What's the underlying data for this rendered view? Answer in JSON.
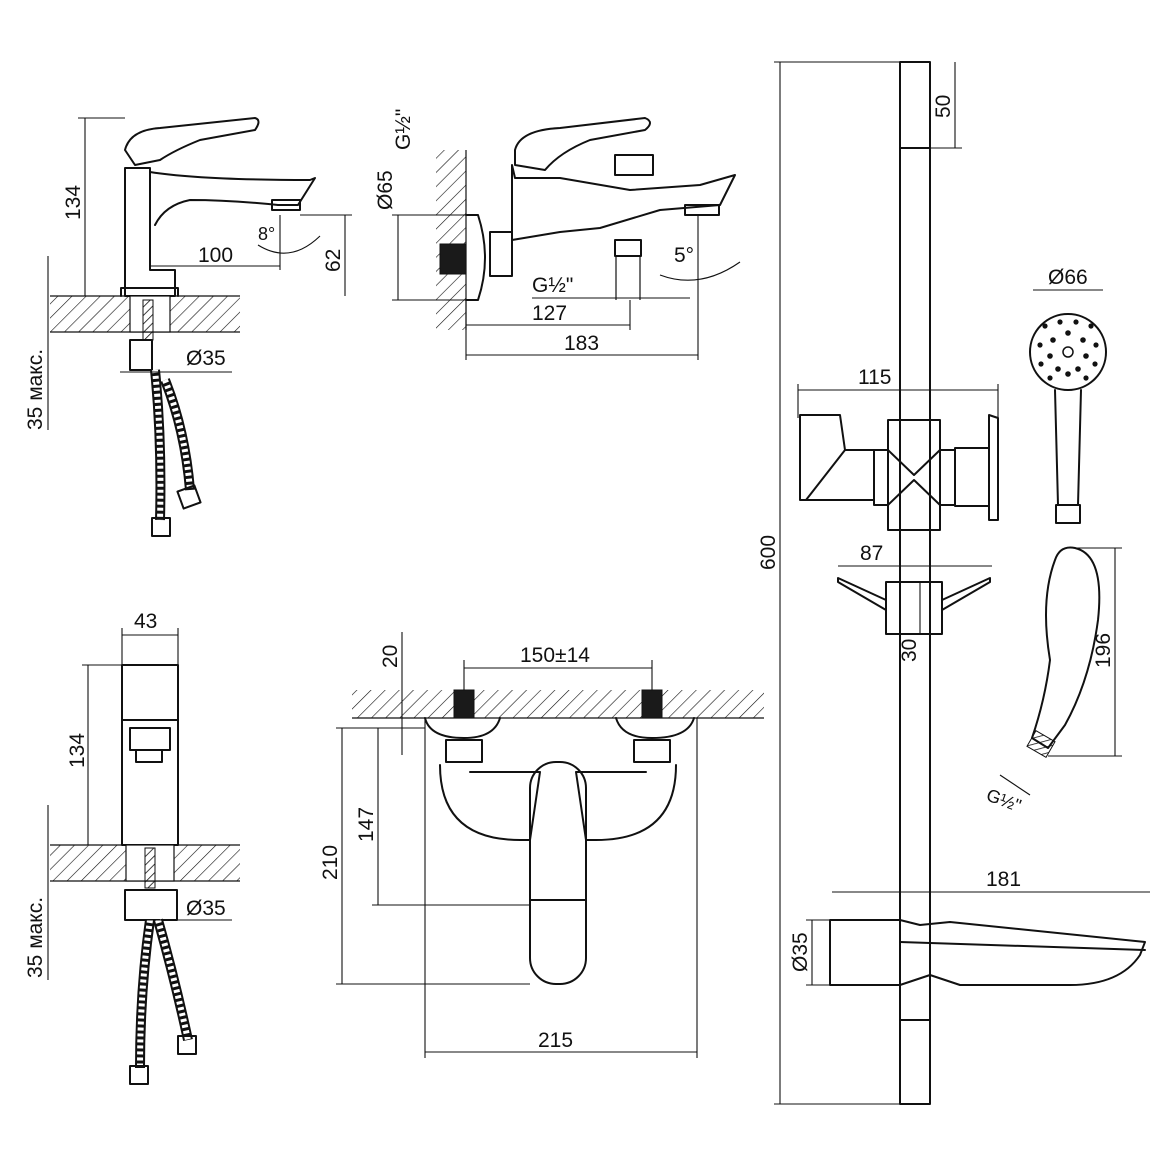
{
  "dimensions": {
    "basin_height": "134",
    "basin_spout_reach": "100",
    "basin_spout_angle": "8°",
    "basin_spout_height": "62",
    "basin_hole": "Ø35",
    "basin_max_thickness": "35 макс.",
    "bath_thread_top": "G½\"",
    "bath_escutcheon": "Ø65",
    "bath_thread_outlet": "G½\"",
    "bath_angle": "5°",
    "bath_depth_127": "127",
    "bath_depth_183": "183",
    "front_width": "43",
    "front_height": "134",
    "front_hole": "Ø35",
    "front_max_thickness": "35 макс.",
    "mixer_wall_offset": "20",
    "mixer_centers": "150±14",
    "mixer_height_147": "147",
    "mixer_height_210": "210",
    "mixer_width": "215",
    "rail_length": "600",
    "rail_top_cap": "50",
    "holder_width": "115",
    "bracket_width": "87",
    "bracket_height": "30",
    "shower_head_diameter": "Ø66",
    "hand_shower_length": "196",
    "hand_shower_thread": "G½\"",
    "soap_dish_width": "181",
    "rail_diameter": "Ø35"
  },
  "hatch_color": "#111111"
}
